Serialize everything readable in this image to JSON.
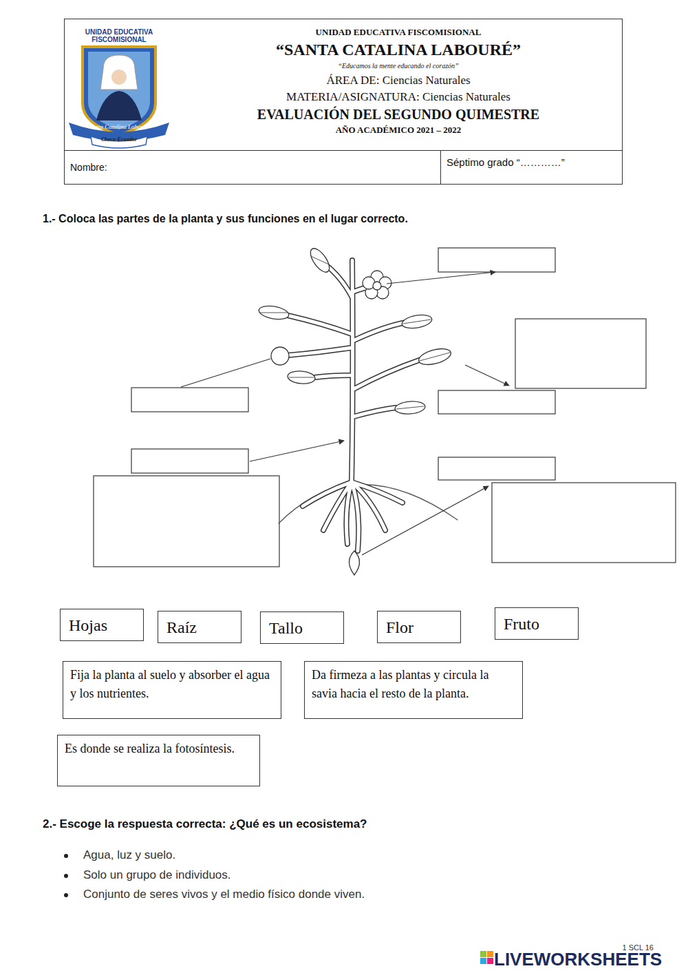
{
  "diagram": {
    "nodes": [
      {
        "text": [
          "UNIDAD EDUCATIVA FISCOMISIONAL",
          "“SANTA CATALINA LABOURÉ”",
          "“Educamos la mente educando el corazón”",
          "ÁREA DE: Ciencias Naturales",
          "MATERIA/ASIGNATURA: Ciencias Naturales",
          "EVALUACIÓN DEL SEGUNDO QUIMESTRE",
          "AÑO ACADÉMICO 2021 – 2022"
        ]
      },
      {
        "text": [
          "Nombre:"
        ]
      },
      {
        "text": [
          "Séptimo grado “…………”"
        ]
      },
      {
        "text": [
          "Hojas"
        ]
      },
      {
        "text": [
          "Raíz"
        ]
      },
      {
        "text": [
          "Tallo"
        ]
      },
      {
        "text": [
          "Flor"
        ]
      },
      {
        "text": [
          "Fruto"
        ]
      },
      {
        "text": [
          "Fija la planta al suelo y absorber el agua y los nutrientes."
        ]
      },
      {
        "text": [
          "Da firmeza a las plantas y circula la savia hacia el resto de la planta."
        ]
      },
      {
        "text": [
          "Es donde se realiza la fotosíntesis."
        ]
      }
    ],
    "labels": [
      "UNIDAD EDUCATIVA FISCOMISIONAL",
      "Santa Catalina Labouré",
      "Checa-Ecuador",
      "1.- Coloca las partes de la planta y sus funciones en el lugar correcto.",
      "2.- Escoge la respuesta correcta: ¿Qué es un ecosistema?",
      "Agua, luz y suelo.",
      "Solo un grupo de individuos.",
      "Conjunto de seres vivos y el medio físico donde viven.",
      "1 SCL 16",
      "LIVEWORKSHEETS"
    ]
  }
}
